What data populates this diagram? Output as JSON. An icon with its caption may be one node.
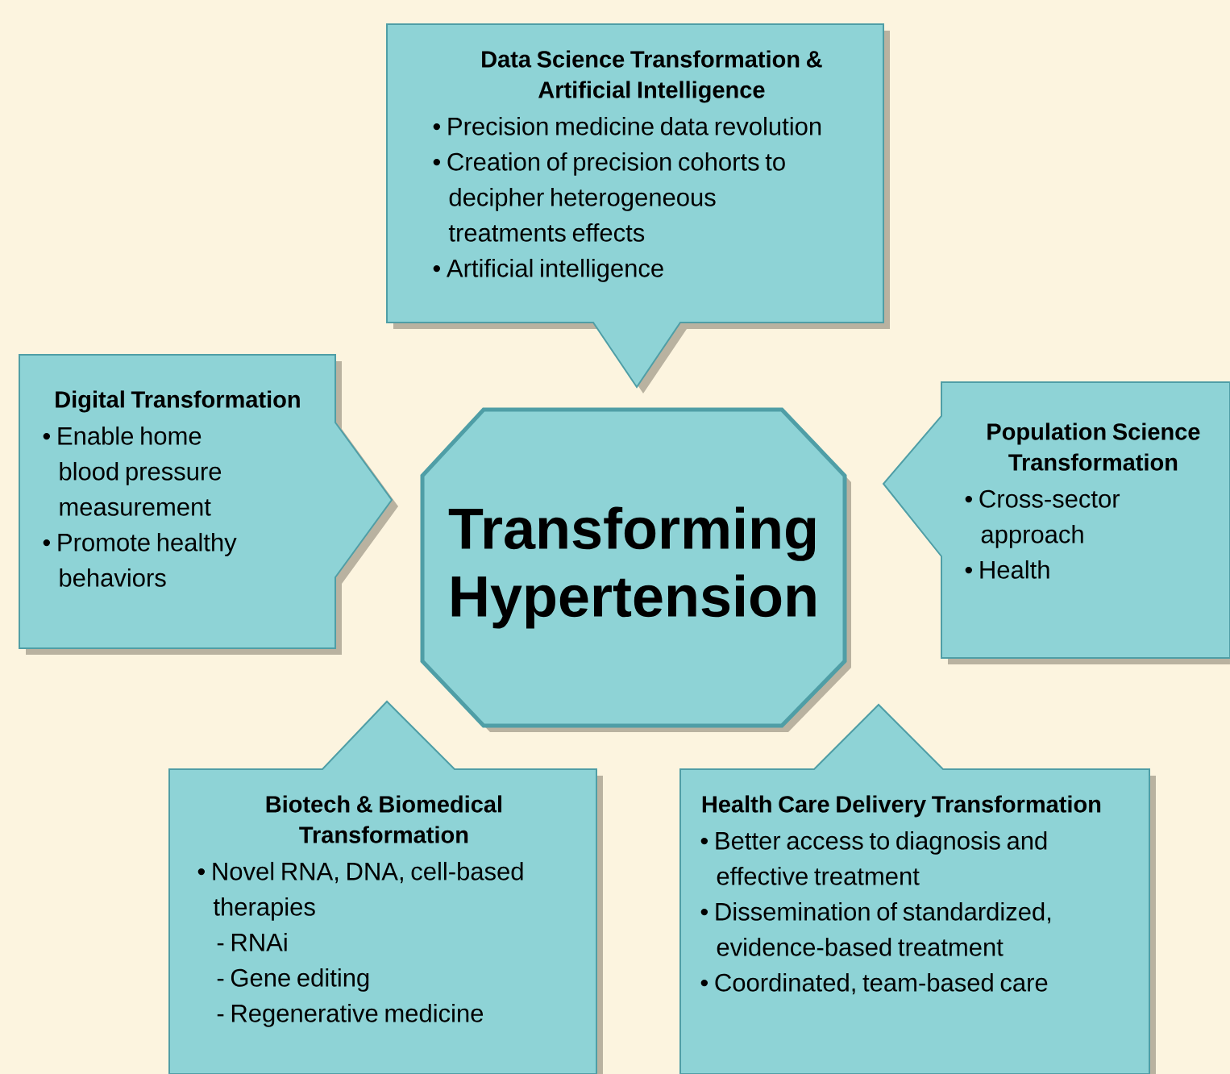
{
  "diagram": {
    "nodes": [
      {
        "text": [
          "Data Science Transformation & Artificial Intelligence",
          "• Precision medicine data revolution",
          "• Creation of precision cohorts to decipher heterogeneous treatments effects",
          "• Artificial intelligence"
        ]
      },
      {
        "text": [
          "Digital Transformation",
          "• Enable home blood pressure measurement",
          "• Promote healthy behaviors"
        ]
      },
      {
        "text": [
          "Transforming Hypertension"
        ]
      },
      {
        "text": [
          "Population Science Transformation",
          "• Cross-sector approach",
          "• Health"
        ]
      },
      {
        "text": [
          "Biotech & Biomedical Transformation",
          "• Novel RNA, DNA, cell-based therapies",
          "- RNAi",
          "- Gene editing",
          "- Regenerative medicine"
        ]
      },
      {
        "text": [
          "Health Care Delivery Transformation",
          "• Better access to diagnosis and effective treatment",
          "• Dissemination of standardized, evidence-based treatment",
          "• Coordinated, team-based care"
        ]
      }
    ]
  }
}
